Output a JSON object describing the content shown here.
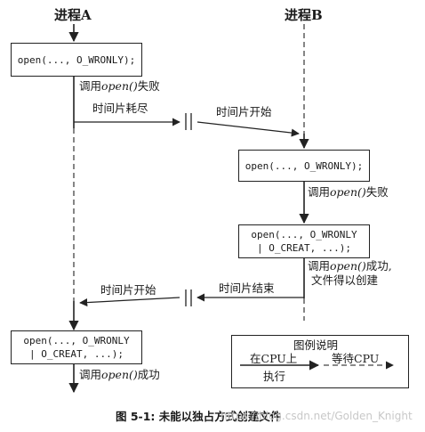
{
  "process_a": {
    "title": "进程A"
  },
  "process_b": {
    "title": "进程B"
  },
  "boxes": {
    "a_open1": "open(..., O_WRONLY);",
    "b_open1": "open(..., O_WRONLY);",
    "b_open2_line1": "open(..., O_WRONLY",
    "b_open2_line2": "| O_CREAT, ...);",
    "a_open2_line1": "open(..., O_WRONLY",
    "a_open2_line2": "| O_CREAT, ...);"
  },
  "labels": {
    "a_call1_pre": "调用",
    "a_call1_fn": "open()",
    "a_call1_post": "失败",
    "slice_used": "时间片耗尽",
    "slice_start_b": "时间片开始",
    "b_call1_pre": "调用",
    "b_call1_fn": "open()",
    "b_call1_post": "失败",
    "b_call2_pre": "调用",
    "b_call2_fn": "open()",
    "b_call2_post": "成功,",
    "b_call2_line2": "文件得以创建",
    "slice_end": "时间片结束",
    "slice_start_a": "时间片开始",
    "a_call2_pre": "调用",
    "a_call2_fn": "open()",
    "a_call2_post": "成功"
  },
  "legend": {
    "title": "图例说明",
    "on_cpu": "在CPU上",
    "on_cpu_line2": "执行",
    "waiting": "等待CPU"
  },
  "caption": "图 5-1: 未能以独占方式创建文件",
  "watermark": "https://blog.csdn.net/Golden_Knight"
}
